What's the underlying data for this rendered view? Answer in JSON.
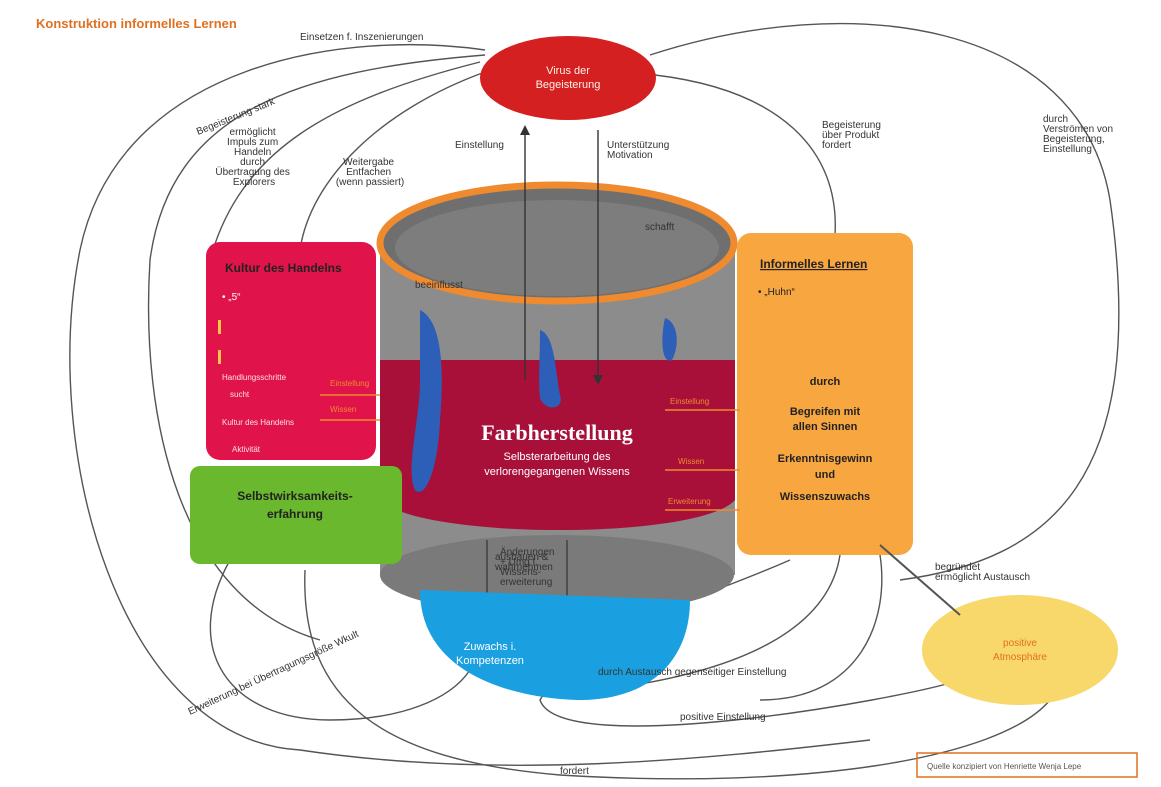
{
  "title": "Konstruktion informelles Lernen",
  "nodes": {
    "virus": {
      "line1": "Virus der",
      "line2": "Begeisterung"
    },
    "kultur": {
      "title": "Kultur des Handelns",
      "bullet": "• „5“",
      "item1": "Handlungsschritte",
      "item2": "sucht",
      "item3": "Kultur des Handelns",
      "item4": "Aktivität"
    },
    "selbstwirk": {
      "line1": "Selbstwirksamkeits-",
      "line2": "erfahrung"
    },
    "informell": {
      "title": "Informelles Lernen",
      "bullet": "• „Huhn“",
      "l1": "durch",
      "l2": "Begreifen mit",
      "l3": "allen Sinnen",
      "l4": "Erkenntnisgewinn",
      "l5": "und",
      "l6": "Wissenszuwachs"
    },
    "center": {
      "title": "Farbherstellung",
      "sub1": "Selbsterarbeitung des",
      "sub2": "verlorengegangenen Wissens"
    },
    "kompetenz": {
      "line1": "Zuwachs i.",
      "line2": "Kompetenzen"
    },
    "positive": {
      "line1": "positive",
      "line2": "Atmosphäre"
    }
  },
  "labels": {
    "einsetzen": "Einsetzen f. Inszenierungen",
    "begeisterung_stark": "Begeisterung stark",
    "ermoeglicht": [
      "ermöglicht",
      "Impuls zum",
      "Handeln",
      "durch",
      "Übertragung des",
      "Explorers"
    ],
    "weitergabe": [
      "Weitergabe",
      "Entfachen",
      "(wenn passiert)"
    ],
    "einstellung": "Einstellung",
    "unterstuetzung": [
      "Unterstützung",
      "Motivation"
    ],
    "begeisterung_produkt": [
      "Begeisterung",
      "über Produkt",
      "fordert"
    ],
    "durch_verstroemen": [
      "durch",
      "Verströmen von",
      "Begeisterung,",
      "Einstellung"
    ],
    "schafft": "schafft",
    "beeinflusst": "beeinflusst",
    "ausbauen": [
      "ausbauen &",
      "wahrnehmen"
    ],
    "anderungen": [
      "Änderungen",
      "+ Umg f.",
      "Wissens-",
      "erweiterung"
    ],
    "erweiterung": "Erweiterung bei Übertragungsgröße Wkult",
    "fordert": "fordert",
    "positive_einstellung": "positive Einstellung",
    "durch_austausch": "durch Austausch gegenseitiger Einstellung",
    "begruendet": [
      "begründet",
      "ermöglicht Austausch"
    ],
    "quelle": "Quelle konzipiert von Henriette Wenja Lepe",
    "orange_small": [
      "Einstellung",
      "Wissen",
      "Erweiterung"
    ]
  },
  "colors": {
    "title_orange": "#e07020",
    "virus_red": "#d42020",
    "kultur_crimson": "#e0144a",
    "selbstwirk_green": "#6ab82e",
    "informell_orange": "#f8a640",
    "cylinder_grey": "#8c8c8c",
    "band_red": "#a8103a",
    "paint_blue": "#2d5fb8",
    "kompetenz_blue": "#1aa0e0",
    "positive_yellow": "#f8d86a"
  }
}
